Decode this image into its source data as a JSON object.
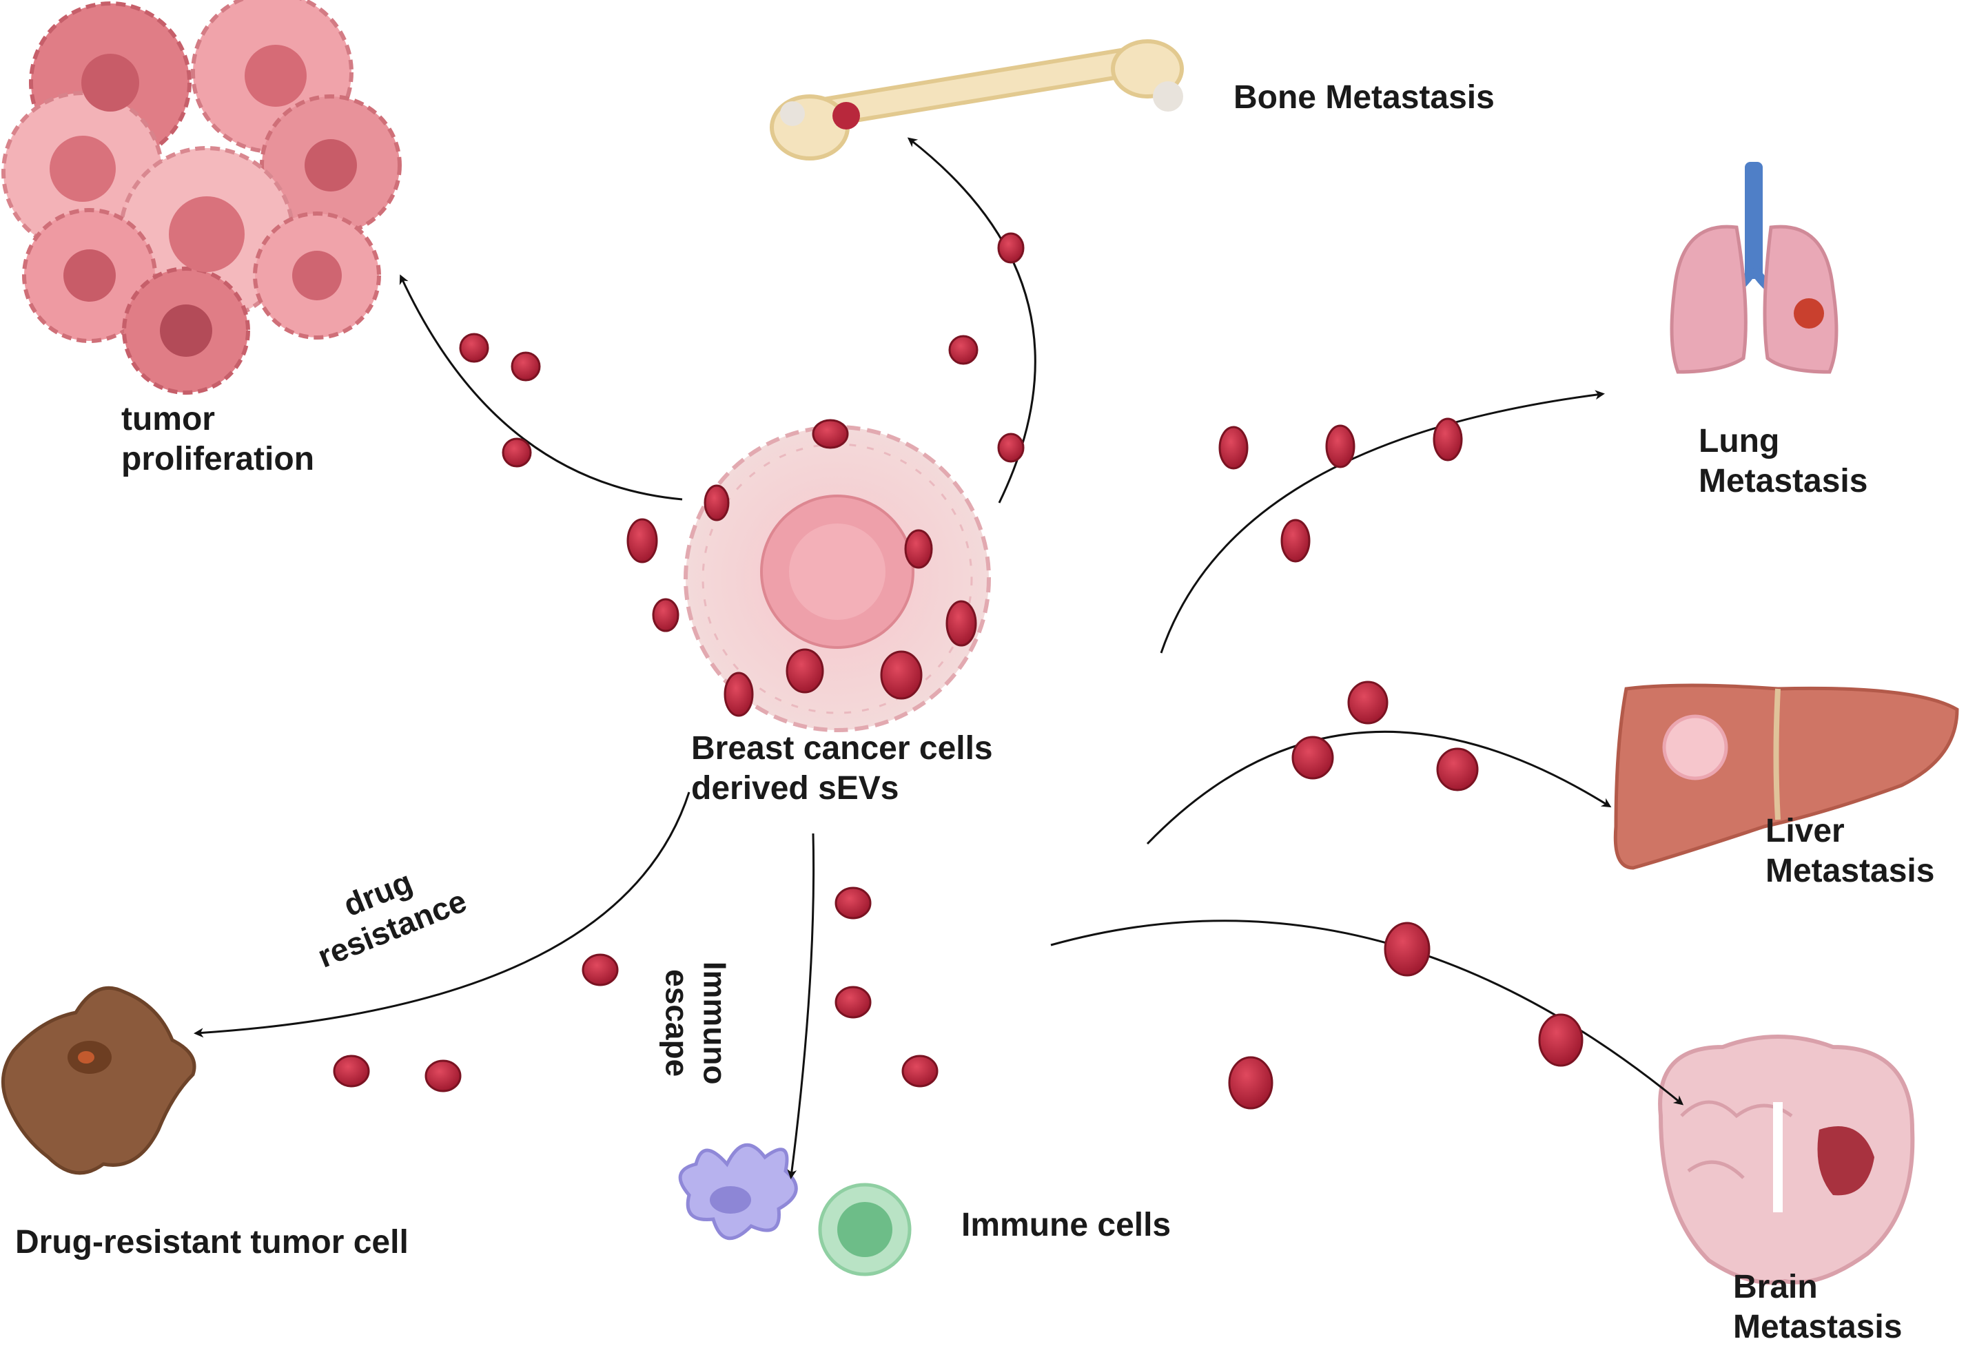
{
  "center": {
    "line1": "Breast cancer cells",
    "line2": "derived sEVs"
  },
  "targets": {
    "tumor": {
      "line1": "tumor",
      "line2": "proliferation"
    },
    "bone": {
      "label": "Bone Metastasis"
    },
    "lung": {
      "line1": "Lung",
      "line2": "Metastasis"
    },
    "liver": {
      "line1": "Liver",
      "line2": "Metastasis"
    },
    "brain": {
      "line1": "Brain",
      "line2": "Metastasis"
    },
    "drug_cell": {
      "label": "Drug-resistant tumor cell"
    },
    "immune": {
      "label": "Immune cells"
    }
  },
  "arrows": {
    "drug": {
      "line1": "drug",
      "line2": "resistance"
    },
    "immuno": {
      "line1": "Immuno",
      "line2": "escape"
    }
  },
  "colors": {
    "vesicle": "#c0283f",
    "vesicle_edge": "#7a1322",
    "tumor_pink": "#e8909a",
    "bone": "#f1deb3",
    "lung": "#e9a8b6",
    "trachea": "#4f7fc7",
    "liver": "#c9685a",
    "brain": "#efc6cc",
    "drug_cell": "#8b5a3c",
    "immune_purple": "#a9a3e6",
    "immune_green": "#7dc79a"
  }
}
